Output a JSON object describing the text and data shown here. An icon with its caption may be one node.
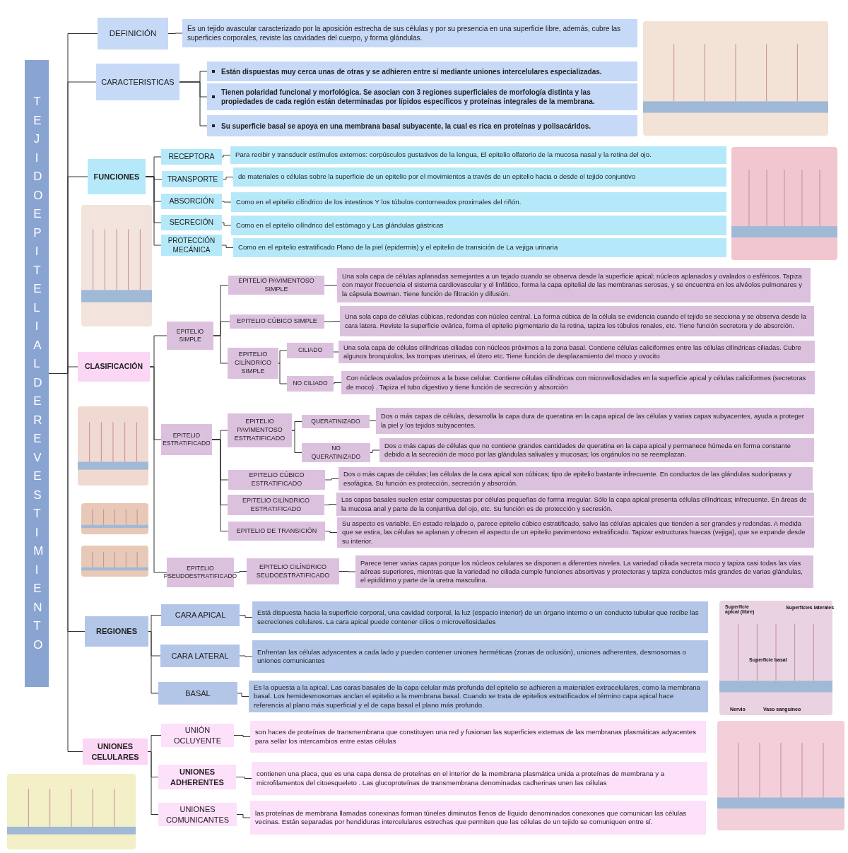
{
  "diagram": {
    "nodes": [
      {
        "text": [
          "TEJIDO EPITELIAL DE REVESTIMIENTO"
        ]
      },
      {
        "text": [
          "DEFINICIÓN"
        ]
      },
      {
        "text": [
          "Es un tejido avascular caracterizado por la aposición estrecha de sus células y por su presencia en una superficie libre, además, cubre las superficies corporales, reviste las cavidades del cuerpo, y forma glándulas."
        ]
      },
      {
        "text": [
          "CARACTERISTICAS"
        ]
      },
      {
        "text": [
          "Están dispuestas muy cerca unas de otras y se adhieren entre sí mediante uniones intercelulares especializadas."
        ]
      },
      {
        "text": [
          "Tienen polaridad funcional y morfológica. Se asocian con 3 regiones superficiales de morfología distinta y las propiedades de cada región están determinadas por lípidos específicos y proteínas integrales de la membrana."
        ]
      },
      {
        "text": [
          "Su superficie basal se apoya en una membrana basal subyacente, la cual es rica en proteínas y polisacáridos."
        ]
      },
      {
        "text": [
          "FUNCIONES"
        ]
      },
      {
        "text": [
          "RECEPTORA"
        ]
      },
      {
        "text": [
          "Para recibir y transducir estímulos externos: corpúsculos gustativos de la lengua, El epitelio olfatorio de la mucosa nasal y la retina del ojo."
        ]
      },
      {
        "text": [
          "TRANSPORTE"
        ]
      },
      {
        "text": [
          "de materiales o células sobre la superficie de un epitelio por el movimientos a través de un epitelio hacia o desde el tejido conjuntivo"
        ]
      },
      {
        "text": [
          "ABSORCIÓN"
        ]
      },
      {
        "text": [
          "Como en el epitelio cilíndrico de los intestinos Y los túbulos contorneados proximales del riñón."
        ]
      },
      {
        "text": [
          "SECRECIÓN"
        ]
      },
      {
        "text": [
          "Como en el epitelio cilíndrico del estómago y Las glándulas gástricas"
        ]
      },
      {
        "text": [
          "PROTECCIÓN MECÁNICA"
        ]
      },
      {
        "text": [
          "Como en el epitelio estratificado Plano de la piel (epidermis) y el epitelio de transición de La vejiga urinaria"
        ]
      },
      {
        "text": [
          "CLASIFICACIÓN"
        ]
      },
      {
        "text": [
          "EPITELIO SIMPLE"
        ]
      },
      {
        "text": [
          "EPITELIO PAVIMENTOSO SIMPLE"
        ]
      },
      {
        "text": [
          "Una sola capa de células aplanadas semejantes a un tejado cuando se observa desde la superficie apical; núcleos aplanados y ovalados o esféricos. Tapiza con mayor frecuencia el sistema cardiovascular y el linfático, forma la capa epitelial de las membranas serosas, y se encuentra en los alvéolos pulmonares y la cápsula Bowman. Tiene función de filtración y difusión."
        ]
      },
      {
        "text": [
          "EPITELIO CÚBICO SIMPLE"
        ]
      },
      {
        "text": [
          "Una sola capa de células cúbicas, redondas con núcleo central. La forma cúbica de la célula se evidencia cuando el tejido se secciona y se observa desde la cara latera. Reviste la superficie ovárica, forma el epitelio pigmentario de la retina, tapiza los túbulos renales, etc. Tiene función secretora y de absorción."
        ]
      },
      {
        "text": [
          "EPITELIO CILÍNDRICO SIMPLE"
        ]
      },
      {
        "text": [
          "CILIADO"
        ]
      },
      {
        "text": [
          "Una sola capa de células cilíndricas ciliadas con núcleos próximos a la zona basal. Contiene células caliciformes entre las células cilíndricas ciliadas. Cubre algunos bronquiolos, las trompas uterinas, el útero etc. Tiene función de desplazamiento del moco y ovocito"
        ]
      },
      {
        "text": [
          "NO CILIADO"
        ]
      },
      {
        "text": [
          "Con núcleos ovalados próximos a la base celular. Contiene células cilíndricas con microvellosidades en la superficie apical y células caliciformes (secretoras de moco) . Tapiza el tubo digestivo y tiene función de secreción y absorción"
        ]
      },
      {
        "text": [
          "EPITELIO ESTRATIFICADO"
        ]
      },
      {
        "text": [
          "EPITELIO PAVIMENTOSO ESTRATIFICADO"
        ]
      },
      {
        "text": [
          "QUERATINIZADO"
        ]
      },
      {
        "text": [
          "Dos o más capas de células, desarrolla la capa dura de queratina en la capa apical de las células y varias capas subyacentes, ayuda a proteger la piel y los tejidos subyacentes."
        ]
      },
      {
        "text": [
          "NO QUERATINIZADO"
        ]
      },
      {
        "text": [
          "Dos o más capas de células que no contiene grandes cantidades de queratina en la capa apical y permanece húmeda en forma constante debido a la secreción de moco por las glándulas salivales y mucosas; los orgánulos no se reemplazan."
        ]
      },
      {
        "text": [
          "EPITELIO CÚBICO ESTRATIFICADO"
        ]
      },
      {
        "text": [
          "Dos o más capas de células; las células de la cara apical son cúbicas; tipo de epitelio bastante infrecuente. En conductos de las glándulas sudoríparas y esofágica. Su función es protección, secreción y absorción."
        ]
      },
      {
        "text": [
          "EPITELIO CILÍNDRICO ESTRATIFICADO"
        ]
      },
      {
        "text": [
          "Las capas basales suelen estar compuestas por células pequeñas de forma irregular. Sólo la capa apical presenta células cilíndricas; infrecuente. En áreas de la mucosa anal y parte de la conjuntiva del ojo, etc. Su función es de protección y secresión."
        ]
      },
      {
        "text": [
          "EPITELIO DE TRANSICIÓN"
        ]
      },
      {
        "text": [
          "Su aspecto es variable. En estado relajado o, parece epitelio cúbico estratificado, salvo las células apicales que tienden a ser grandes y redondas. A medida que se estira, las células se aplanan y ofrecen el aspecto de un epitelio pavimentoso estratificado. Tapizar estructuras huecas (vejiga), que se expande desde su interior."
        ]
      },
      {
        "text": [
          "EPITELIO PSEUDOESTRATIFICADO"
        ]
      },
      {
        "text": [
          "EPITELIO CILÍNDRICO SEUDOESTRATIFICADO"
        ]
      },
      {
        "text": [
          "Parece tener varias capas porque los núcleos celulares se disponen a diferentes niveles. La variedad ciliada secreta moco y tapiza casi todas las vías aéreas superiores, mientras que la variedad no ciliada cumple funciones absortivas y protectoras y tapiza conductos más grandes de varias glándulas, el epidídimo y parte de la uretra masculina."
        ]
      },
      {
        "text": [
          "REGIONES"
        ]
      },
      {
        "text": [
          "CARA APICAL"
        ]
      },
      {
        "text": [
          "Está dispuesta hacia la superficie corporal, una cavidad corporal, la luz (espacio interior) de un órgano interno o un conducto tubular que recibe las secreciones celulares. La cara apical puede contener cilios o microvellosidades"
        ]
      },
      {
        "text": [
          "CARA LATERAL"
        ]
      },
      {
        "text": [
          "Enfrentan las células adyacentes a cada lado y pueden contener uniones herméticas (zonas de oclusión), uniones adherentes, desmosomas o uniones comunicantes"
        ]
      },
      {
        "text": [
          "BASAL"
        ]
      },
      {
        "text": [
          "Es la opuesta a la apical. Las caras basales de la capa celular más profunda del epitelio se adhieren a materiales extracelulares, como la membrana basal. Los hemidesmosomas anclan el epitelio a la membrana basal. Cuando se trata de epitelios estratificados el término capa apical hace referencia al plano más superficial y el de capa basal el plano más profundo."
        ]
      },
      {
        "text": [
          "UNIONES CELULARES"
        ]
      },
      {
        "text": [
          "UNIÓN OCLUYENTE"
        ]
      },
      {
        "text": [
          "son haces de proteínas de transmembrana que constituyen una red y fusionan las superficies externas de las membranas plasmáticas adyacentes para sellar los intercambios entre estas células"
        ]
      },
      {
        "text": [
          "UNIONES ADHERENTES"
        ]
      },
      {
        "text": [
          "contienen una placa, que es una capa densa de proteínas en el interior de la membrana plasmática unida a proteínas de membrana y a microfilamentos del citoesqueleto . Las glucoproteínas de transmembrana denominadas cadherinas unen las células"
        ]
      },
      {
        "text": [
          "UNIONES COMUNICANTES"
        ]
      },
      {
        "text": [
          "las proteínas de membrana llamadas conexinas forman túneles diminutos llenos de líquido denominados conexones que comunican las células vecinas. Están separadas por hendiduras intercelulares estrechas que permiten que las células de un tejido se comuniquen entre sí."
        ]
      }
    ],
    "edges": [
      {
        "from": 0,
        "to": 1,
        "arrow": "none"
      },
      {
        "from": 0,
        "to": 3,
        "arrow": "none"
      },
      {
        "from": 0,
        "to": 7,
        "arrow": "none"
      },
      {
        "from": 0,
        "to": 18,
        "arrow": "none"
      },
      {
        "from": 0,
        "to": 44,
        "arrow": "none"
      },
      {
        "from": 0,
        "to": 51,
        "arrow": "none"
      },
      {
        "from": 1,
        "to": 2,
        "arrow": "none"
      },
      {
        "from": 3,
        "to": 4,
        "arrow": "none"
      },
      {
        "from": 3,
        "to": 5,
        "arrow": "none"
      },
      {
        "from": 3,
        "to": 6,
        "arrow": "none"
      },
      {
        "from": 7,
        "to": 8,
        "arrow": "none"
      },
      {
        "from": 7,
        "to": 10,
        "arrow": "none"
      },
      {
        "from": 7,
        "to": 12,
        "arrow": "none"
      },
      {
        "from": 7,
        "to": 14,
        "arrow": "none"
      },
      {
        "from": 7,
        "to": 16,
        "arrow": "none"
      },
      {
        "from": 8,
        "to": 9,
        "arrow": "none"
      },
      {
        "from": 10,
        "to": 11,
        "arrow": "none"
      },
      {
        "from": 12,
        "to": 13,
        "arrow": "none"
      },
      {
        "from": 14,
        "to": 15,
        "arrow": "none"
      },
      {
        "from": 16,
        "to": 17,
        "arrow": "none"
      },
      {
        "from": 18,
        "to": 19,
        "arrow": "none"
      },
      {
        "from": 18,
        "to": 29,
        "arrow": "none"
      },
      {
        "from": 18,
        "to": 41,
        "arrow": "none"
      },
      {
        "from": 19,
        "to": 20,
        "arrow": "none"
      },
      {
        "from": 19,
        "to": 22,
        "arrow": "none"
      },
      {
        "from": 19,
        "to": 24,
        "arrow": "none"
      },
      {
        "from": 20,
        "to": 21,
        "arrow": "none"
      },
      {
        "from": 22,
        "to": 23,
        "arrow": "none"
      },
      {
        "from": 24,
        "to": 25,
        "arrow": "none"
      },
      {
        "from": 24,
        "to": 27,
        "arrow": "none"
      },
      {
        "from": 25,
        "to": 26,
        "arrow": "none"
      },
      {
        "from": 27,
        "to": 28,
        "arrow": "none"
      },
      {
        "from": 29,
        "to": 30,
        "arrow": "none"
      },
      {
        "from": 29,
        "to": 35,
        "arrow": "none"
      },
      {
        "from": 29,
        "to": 37,
        "arrow": "none"
      },
      {
        "from": 29,
        "to": 39,
        "arrow": "none"
      },
      {
        "from": 30,
        "to": 31,
        "arrow": "none"
      },
      {
        "from": 30,
        "to": 33,
        "arrow": "none"
      },
      {
        "from": 31,
        "to": 32,
        "arrow": "none"
      },
      {
        "from": 33,
        "to": 34,
        "arrow": "none"
      },
      {
        "from": 35,
        "to": 36,
        "arrow": "none"
      },
      {
        "from": 37,
        "to": 38,
        "arrow": "none"
      },
      {
        "from": 39,
        "to": 40,
        "arrow": "none"
      },
      {
        "from": 41,
        "to": 42,
        "arrow": "none"
      },
      {
        "from": 42,
        "to": 43,
        "arrow": "none"
      },
      {
        "from": 44,
        "to": 45,
        "arrow": "none"
      },
      {
        "from": 44,
        "to": 47,
        "arrow": "none"
      },
      {
        "from": 44,
        "to": 49,
        "arrow": "none"
      },
      {
        "from": 45,
        "to": 46,
        "arrow": "none"
      },
      {
        "from": 47,
        "to": 48,
        "arrow": "none"
      },
      {
        "from": 49,
        "to": 50,
        "arrow": "none"
      },
      {
        "from": 51,
        "to": 52,
        "arrow": "none"
      },
      {
        "from": 51,
        "to": 54,
        "arrow": "none"
      },
      {
        "from": 51,
        "to": 56,
        "arrow": "none"
      },
      {
        "from": 52,
        "to": 53,
        "arrow": "none"
      },
      {
        "from": 54,
        "to": 55,
        "arrow": "none"
      },
      {
        "from": 56,
        "to": 57,
        "arrow": "none"
      }
    ],
    "labels": [
      "Superficie apical (libre)",
      "Superficies laterales",
      "Superficie basal",
      "Nervio",
      "Vaso sanguíneo"
    ]
  }
}
